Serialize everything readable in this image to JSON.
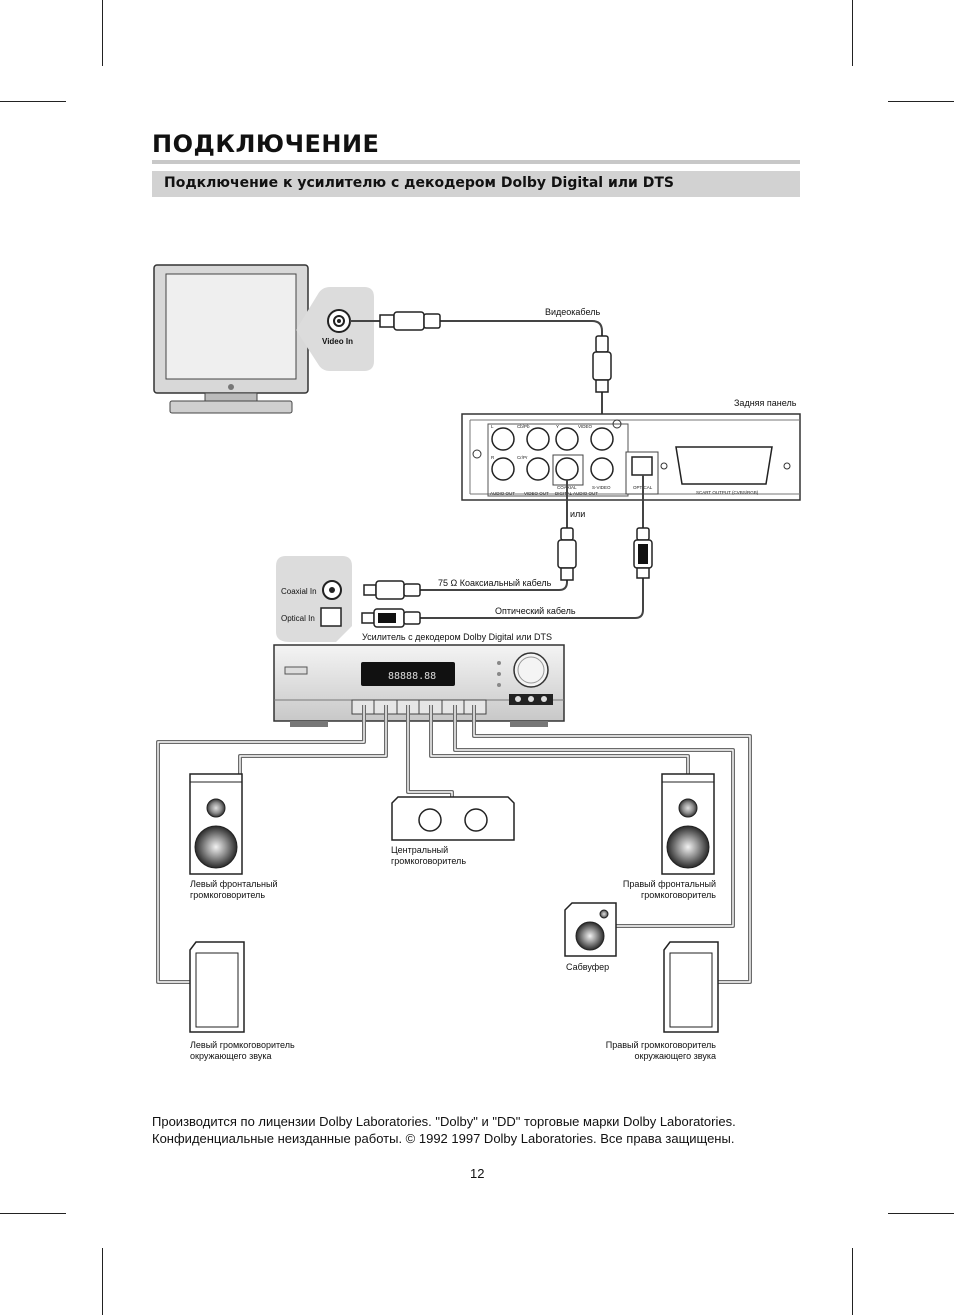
{
  "page": {
    "title": "ПОДКЛЮЧЕНИЕ",
    "section_title": "Подключение к усилителю с декодером Dolby Digital или DTS",
    "page_number": "12"
  },
  "diagram": {
    "tv": {
      "video_in": "Video In"
    },
    "labels": {
      "video_cable": "Видеокабель",
      "rear_panel": "Задняя панель",
      "or": "или",
      "coaxial_cable": "75 Ω  Коаксиальный кабель",
      "optical_cable": "Оптический кабель",
      "amplifier": "Усилитель с декодером Dolby Digital или DTS",
      "coaxial_in": "Coaxial In",
      "optical_in": "Optical In",
      "left_front_1": "Левый фронтальный",
      "left_front_2": "громкоговоритель",
      "center_1": "Центральный",
      "center_2": "громкоговоритель",
      "right_front_1": "Правый фронтальный",
      "right_front_2": "громкоговоритель",
      "subwoofer": "Сабвуфер",
      "left_surround_1": "Левый громкоговоритель",
      "left_surround_2": "окружающего звука",
      "right_surround_1": "Правый громкоговоритель",
      "right_surround_2": "окружающего звука"
    },
    "rear_panel_jacks": {
      "l": "L",
      "r": "R",
      "cb_pb": "Cb/Pb",
      "cr_pr": "Cr/Pr",
      "y": "Y",
      "video": "VIDEO",
      "coaxial": "COAXIAL",
      "s_video": "S-VIDEO",
      "optical": "OPTICAL",
      "audio_out": "AUDIO OUT",
      "video_out": "VIDEO OUT",
      "digital_audio_out": "DIGITAL AUDIO OUT",
      "scart": "SCART OUTPUT (CVBS/RGB)"
    }
  },
  "footer": {
    "line1": "Производится по лицензии Dolby Laboratories. \"Dolby\" и \"DD\" торговые марки Dolby Laboratories.",
    "line2": "Конфиденциальные неизданные работы. © 1992    1997 Dolby Laboratories. Все права защищены."
  }
}
